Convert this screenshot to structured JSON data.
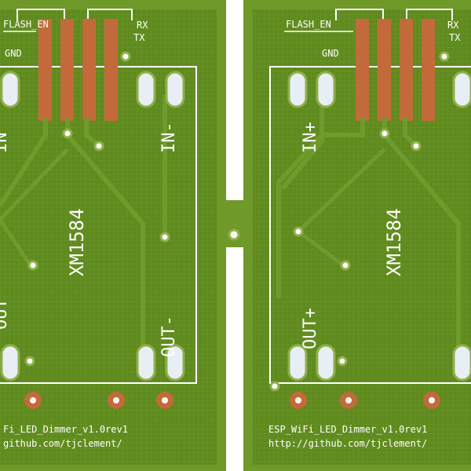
{
  "colors": {
    "board": "#5f8a1e",
    "board_edge": "#6f9a2a",
    "silkscreen": "#ffffff",
    "copper_pad": "#c46a3a",
    "hole": "#ffffff",
    "trace": "#6e9c2c"
  },
  "left_board": {
    "labels": {
      "flash_en": "FLASH_EN",
      "gnd": "GND",
      "rx": "RX",
      "tx": "TX",
      "in_minus": "IN-",
      "chip": "XM1584",
      "out_minus": "OUT-",
      "in_plus_partial": "IN",
      "out_plus_partial": "OUT",
      "footer_line1": "Fi_LED_Dimmer_v1.0rev1",
      "footer_line2": "github.com/tjclement/"
    }
  },
  "right_board": {
    "labels": {
      "flash_en": "FLASH_EN",
      "gnd": "GND",
      "rx": "RX",
      "tx": "TX",
      "in_plus": "IN+",
      "chip": "XM1584",
      "out_plus": "OUT+",
      "footer_line1": "ESP_WiFi_LED_Dimmer_v1.0rev1",
      "footer_line2": "http://github.com/tjclement/"
    }
  }
}
